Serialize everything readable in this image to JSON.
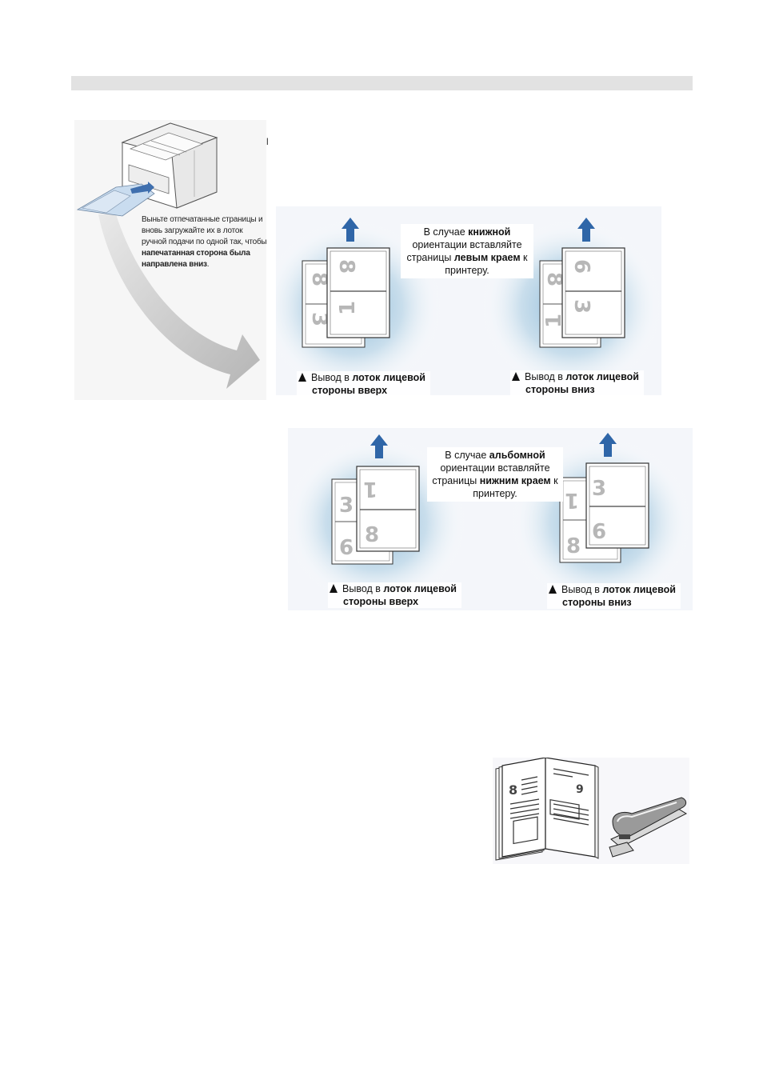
{
  "printer_caption": {
    "part1": "Выньте отпечатанные страницы и вновь загружайте их в лоток ручной подачи по одной так, чтобы ",
    "bold": "напечатанная сторона была направлена вниз",
    "part2": "."
  },
  "cut_mark": "l",
  "portrait": {
    "note_part1": "В случае ",
    "note_bold1": "книжной",
    "note_part2": " ориентации вставляйте страницы ",
    "note_bold2": "левым краем",
    "note_part3": " к принтеру.",
    "face_up_prefix": "Вывод в ",
    "face_up_bold": "лоток лицевой",
    "face_up_line2": "стороны вверх",
    "face_down_prefix": "Вывод в ",
    "face_down_bold": "лоток лицевой",
    "face_down_line2": "стороны вниз"
  },
  "landscape": {
    "note_part1": "В случае ",
    "note_bold1": "альбомной",
    "note_part2": " ориентации вставляйте страницы ",
    "note_bold2": "нижним краем",
    "note_part3": " к принтеру.",
    "face_up_prefix": "Вывод в ",
    "face_up_bold": "лоток лицевой",
    "face_up_line2": "стороны вверх",
    "face_down_prefix": "Вывод в ",
    "face_down_bold": "лоток лицевой",
    "face_down_line2": "стороны вниз"
  },
  "page_numbers": {
    "n1": "1",
    "n3": "3",
    "n6": "6",
    "n8": "8"
  },
  "booklet_pages": {
    "left": "8",
    "right": "9"
  },
  "colors": {
    "arrow": "#2f66a8",
    "glow": "#9cc3de",
    "grey_arrow": "#b9b9b9"
  }
}
